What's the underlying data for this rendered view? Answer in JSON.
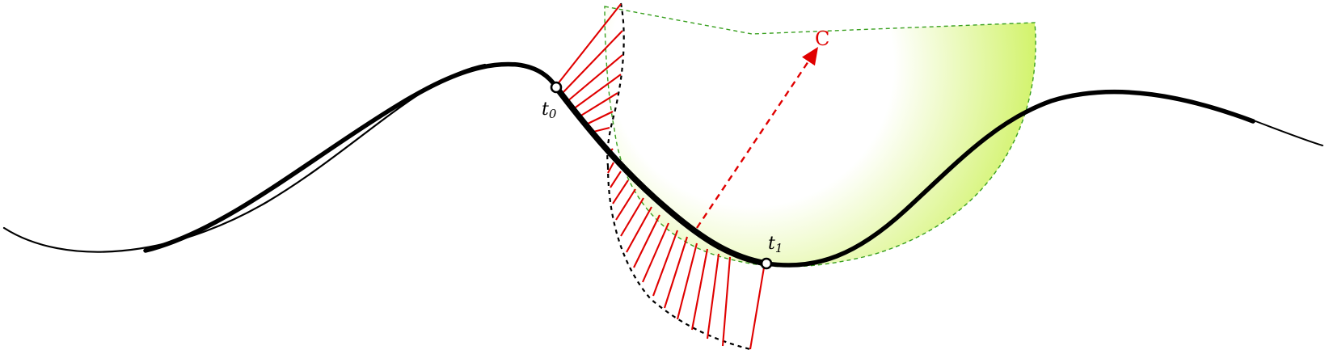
{
  "labels": {
    "t0_main": "t",
    "t0_sub": "0",
    "t1_main": "t",
    "t1_sub": "1",
    "center": "C"
  },
  "colors": {
    "curve": "#000000",
    "hatch": "#e00000",
    "arrow": "#e00000",
    "region_fill_edge": "#c8f04a",
    "region_fill_center": "#ffffff",
    "region_outline": "#3aa020",
    "dotted_boundary": "#000000"
  }
}
